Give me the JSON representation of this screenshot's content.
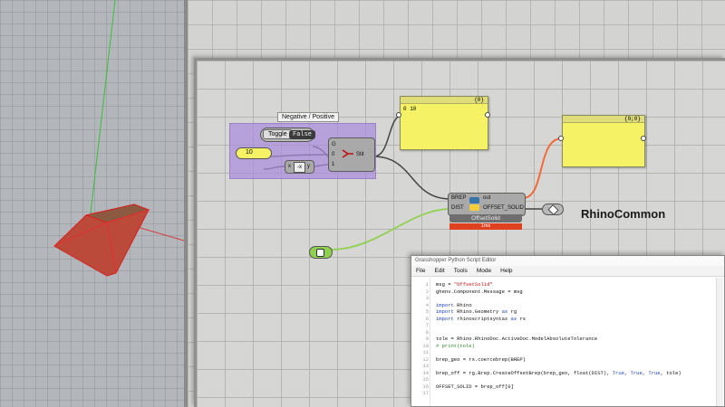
{
  "group": {
    "tooltip": "Negative / Positive",
    "toggle_label": "Toggle",
    "toggle_value": "False"
  },
  "slider": {
    "value": "10"
  },
  "negate": {
    "input": "x",
    "operator": "-x",
    "output": "y"
  },
  "filter": {
    "inputs": [
      "G",
      "0",
      "1"
    ],
    "output": "Stit"
  },
  "panel1": {
    "header": "{0}",
    "content": "0  10"
  },
  "panel2": {
    "header": "{0;0}"
  },
  "python": {
    "inputs": [
      "BREP",
      "DIST"
    ],
    "outputs": [
      "out",
      "OFFSET_SOLID"
    ],
    "name": "OffsetSolid",
    "status": "1ms"
  },
  "label": "RhinoCommon",
  "editor": {
    "title": "Grasshopper Python Script Editor",
    "menu": [
      "File",
      "Edit",
      "Tools",
      "Mode",
      "Help"
    ],
    "lines": [
      [
        "msg = ",
        "\"OffsetSolid\""
      ],
      [
        "ghenv.Component.Message = msg"
      ],
      [
        ""
      ],
      [
        "import Rhino"
      ],
      [
        "import Rhino.Geometry as rg"
      ],
      [
        "import rhinoscriptsyntax as rs"
      ],
      [
        ""
      ],
      [
        ""
      ],
      [
        "tole = Rhino.RhinoDoc.ActiveDoc.ModelAbsoluteTolerance"
      ],
      [
        "# print(tole)"
      ],
      [
        ""
      ],
      [
        "brep_geo = rs.coercebrep(BREP)"
      ],
      [
        ""
      ],
      [
        "brep_off = rg.Brep.CreateOffsetBrep(brep_geo, float(DIST), True, True, True, tole)"
      ],
      [
        ""
      ],
      [
        "OFFSET_SOLID = brep_off[0]"
      ],
      [
        ""
      ]
    ]
  },
  "colors": {
    "group": "#aa8cdc",
    "panel": "#f5f266",
    "python_status": "#e0421f",
    "wire_orange": "#f06a3a",
    "wire_green": "#8fd14f"
  }
}
